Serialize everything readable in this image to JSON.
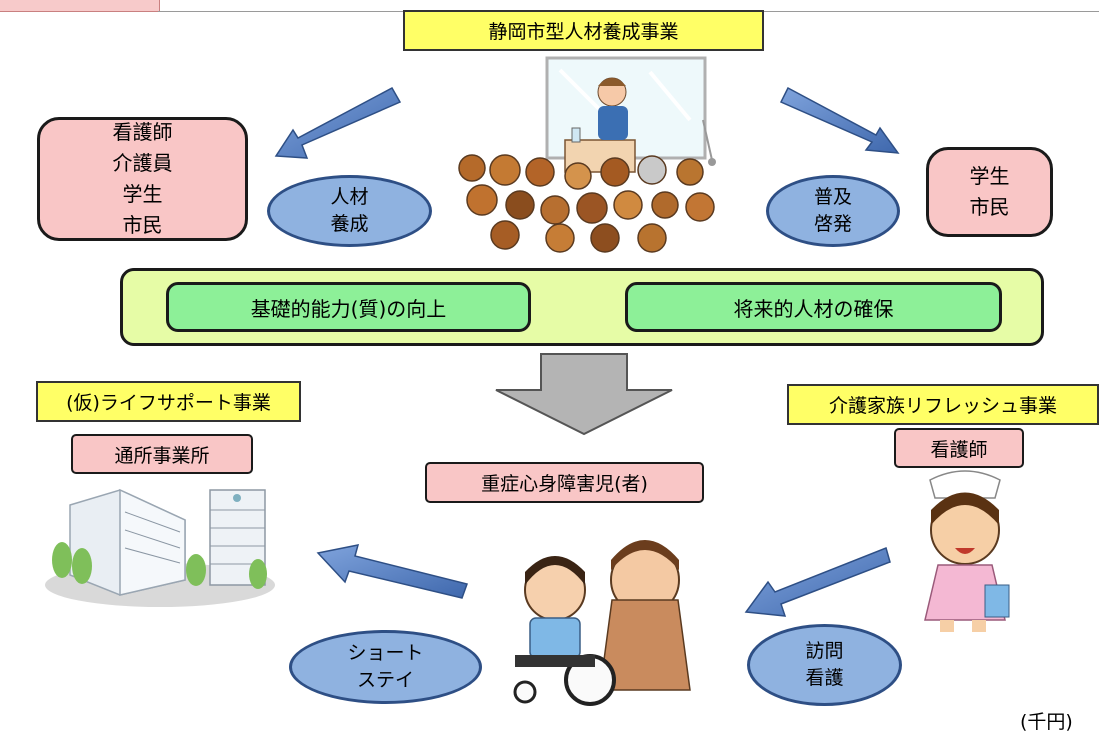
{
  "title": "静岡市型人材養成事業",
  "targets_left": [
    "看護師",
    "介護員",
    "学生",
    "市民"
  ],
  "targets_right": [
    "学生",
    "市民"
  ],
  "oval_training": [
    "人材",
    "養成"
  ],
  "oval_promotion": [
    "普及",
    "啓発"
  ],
  "goal_quality": "基礎的能力(質)の向上",
  "goal_secure": "将来的人材の確保",
  "life_support": "(仮)ライフサポート事業",
  "day_care": "通所事業所",
  "family_refresh": "介護家族リフレッシュ事業",
  "nurse": "看護師",
  "patient": "重症心身障害児(者)",
  "oval_shortstay": [
    "ショート",
    "ステイ"
  ],
  "oval_visit": [
    "訪問",
    "看護"
  ],
  "unit_note": "(千円)",
  "colors": {
    "yellow": "#ffff66",
    "pink": "#f9c6c6",
    "oval_blue": "#8fb2e0",
    "arrow_blue": "#4a73b8",
    "band_green": "#e6fca6",
    "box_green": "#8df098",
    "plus_blue": "#5b8fd6",
    "big_arrow_gray": "#b4b4b4"
  }
}
